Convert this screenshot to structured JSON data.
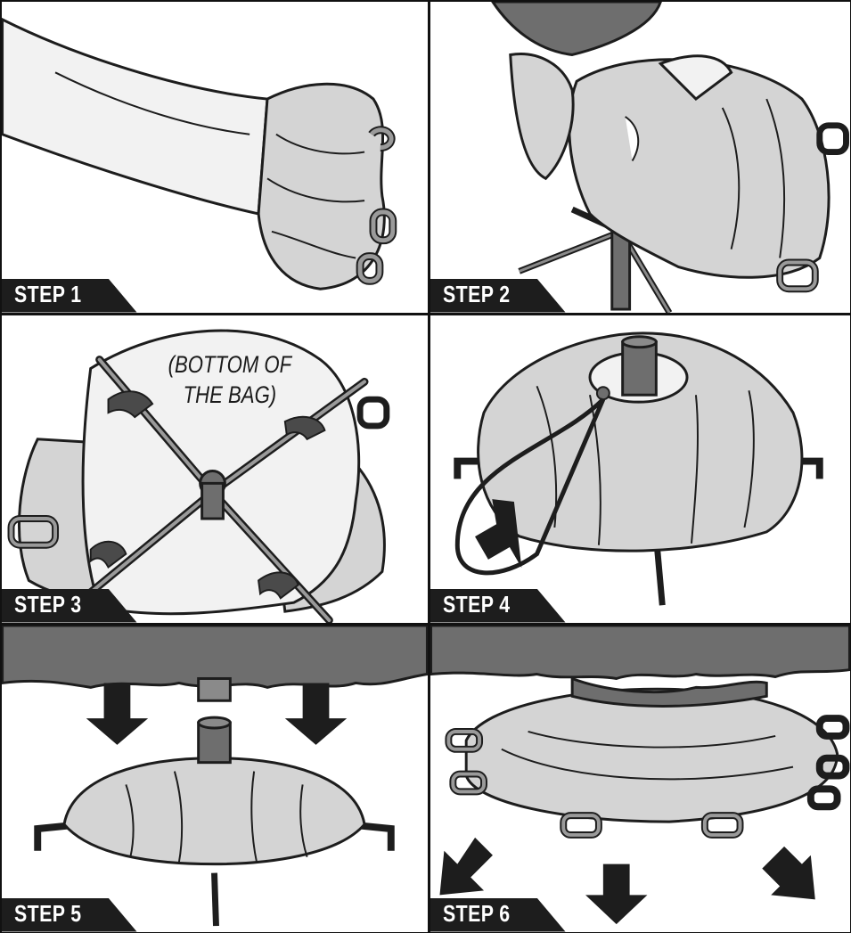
{
  "steps": [
    {
      "label": "STEP 1"
    },
    {
      "label": "STEP 2"
    },
    {
      "label": "STEP 3"
    },
    {
      "label": "STEP 4"
    },
    {
      "label": "STEP 5"
    },
    {
      "label": "STEP 6"
    }
  ],
  "step3_annotation": [
    "(BOTTOM OF",
    "THE BAG)"
  ],
  "colors": {
    "outline": "#1d1d1d",
    "bag_fill": "#d4d4d4",
    "sleeve_fill": "#f2f2f2",
    "tree_fill": "#6e6e6e",
    "strap_fill": "#9a9a9a",
    "arrow_fill": "#1d1d1d"
  }
}
